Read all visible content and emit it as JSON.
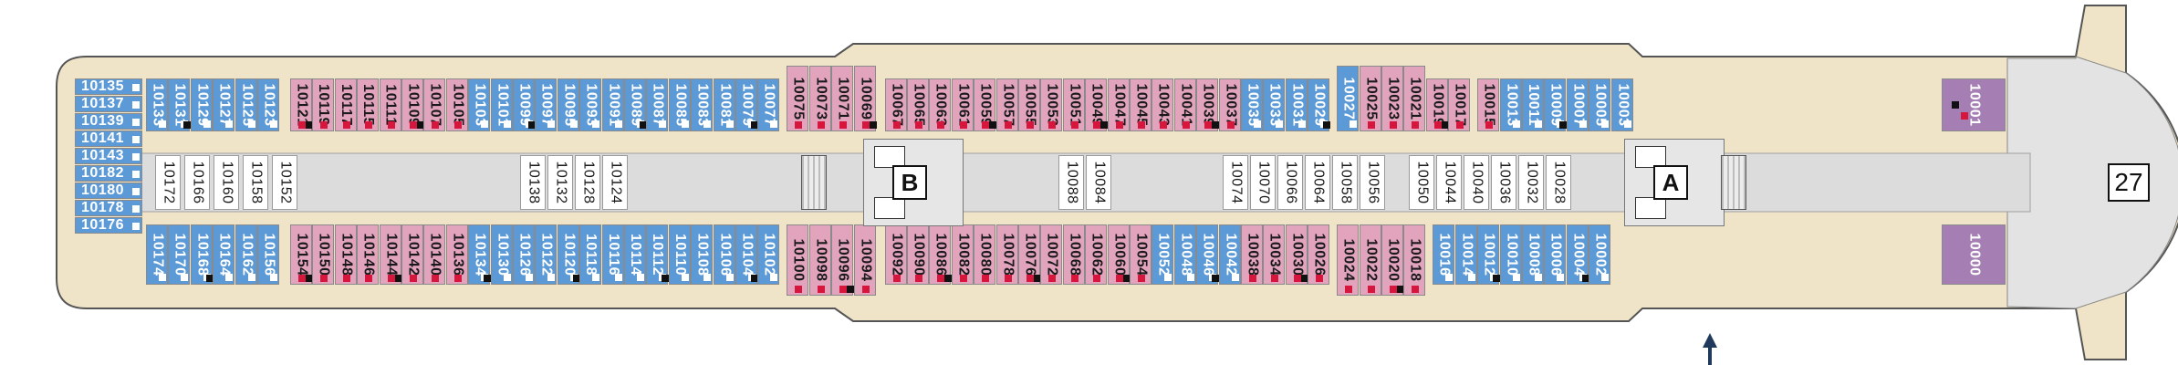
{
  "deck": {
    "number": "27"
  },
  "stair_labels": [
    "B",
    "A"
  ],
  "legend_colors": {
    "inside": "#5b9ad6",
    "balcony": "#e2a3bd",
    "suite": "#a57fb3",
    "deck": "#efe4c7"
  },
  "port_cabins": [
    "10135",
    "10137",
    "10139",
    "10141",
    "10143",
    "10182",
    "10180",
    "10178",
    "10176"
  ],
  "top_row": [
    "10133",
    "10131",
    "10129",
    "10127",
    "10125",
    "10123",
    "10121",
    "10119",
    "10117",
    "10115",
    "10111",
    "10109",
    "10107",
    "10105",
    "10103",
    "10101",
    "10099",
    "10097",
    "10095",
    "10093",
    "10091",
    "10089",
    "10087",
    "10085",
    "10083",
    "10081",
    "10079",
    "10077",
    "10075",
    "10073",
    "10071",
    "10069",
    "10067",
    "10065",
    "10063",
    "10061",
    "10059",
    "10057",
    "10055",
    "10053",
    "10051",
    "10049",
    "10047",
    "10045",
    "10043",
    "10041",
    "10039",
    "10037",
    "10035",
    "10033",
    "10031",
    "10029",
    "10027",
    "10025",
    "10023",
    "10021",
    "10019",
    "10017",
    "10015",
    "10013",
    "10011",
    "10009",
    "10007",
    "10005",
    "10003",
    "10001"
  ],
  "bottom_row": [
    "10174",
    "10170",
    "10168",
    "10164",
    "10162",
    "10156",
    "10154",
    "10150",
    "10148",
    "10146",
    "10144",
    "10142",
    "10140",
    "10136",
    "10134",
    "10130",
    "10126",
    "10122",
    "10120",
    "10118",
    "10116",
    "10114",
    "10112",
    "10110",
    "10108",
    "10106",
    "10104",
    "10102",
    "10100",
    "10098",
    "10096",
    "10094",
    "10092",
    "10090",
    "10086",
    "10082",
    "10080",
    "10078",
    "10076",
    "10072",
    "10068",
    "10062",
    "10060",
    "10054",
    "10052",
    "10048",
    "10046",
    "10042",
    "10038",
    "10034",
    "10030",
    "10026",
    "10024",
    "10022",
    "10020",
    "10018",
    "10016",
    "10014",
    "10012",
    "10010",
    "10008",
    "10006",
    "10004",
    "10002",
    "10000"
  ],
  "inner_left": [
    "10172",
    "10166",
    "10160",
    "10158",
    "10152"
  ],
  "inner_mid1": [
    "10138",
    "10132",
    "10128",
    "10124"
  ],
  "inner_mid2": [
    "10088",
    "10084"
  ],
  "inner_mid3": [
    "10074",
    "10070",
    "10066",
    "10064",
    "10058",
    "10056"
  ],
  "inner_mid4": [
    "10050",
    "10044",
    "10040",
    "10036",
    "10032",
    "10028"
  ]
}
